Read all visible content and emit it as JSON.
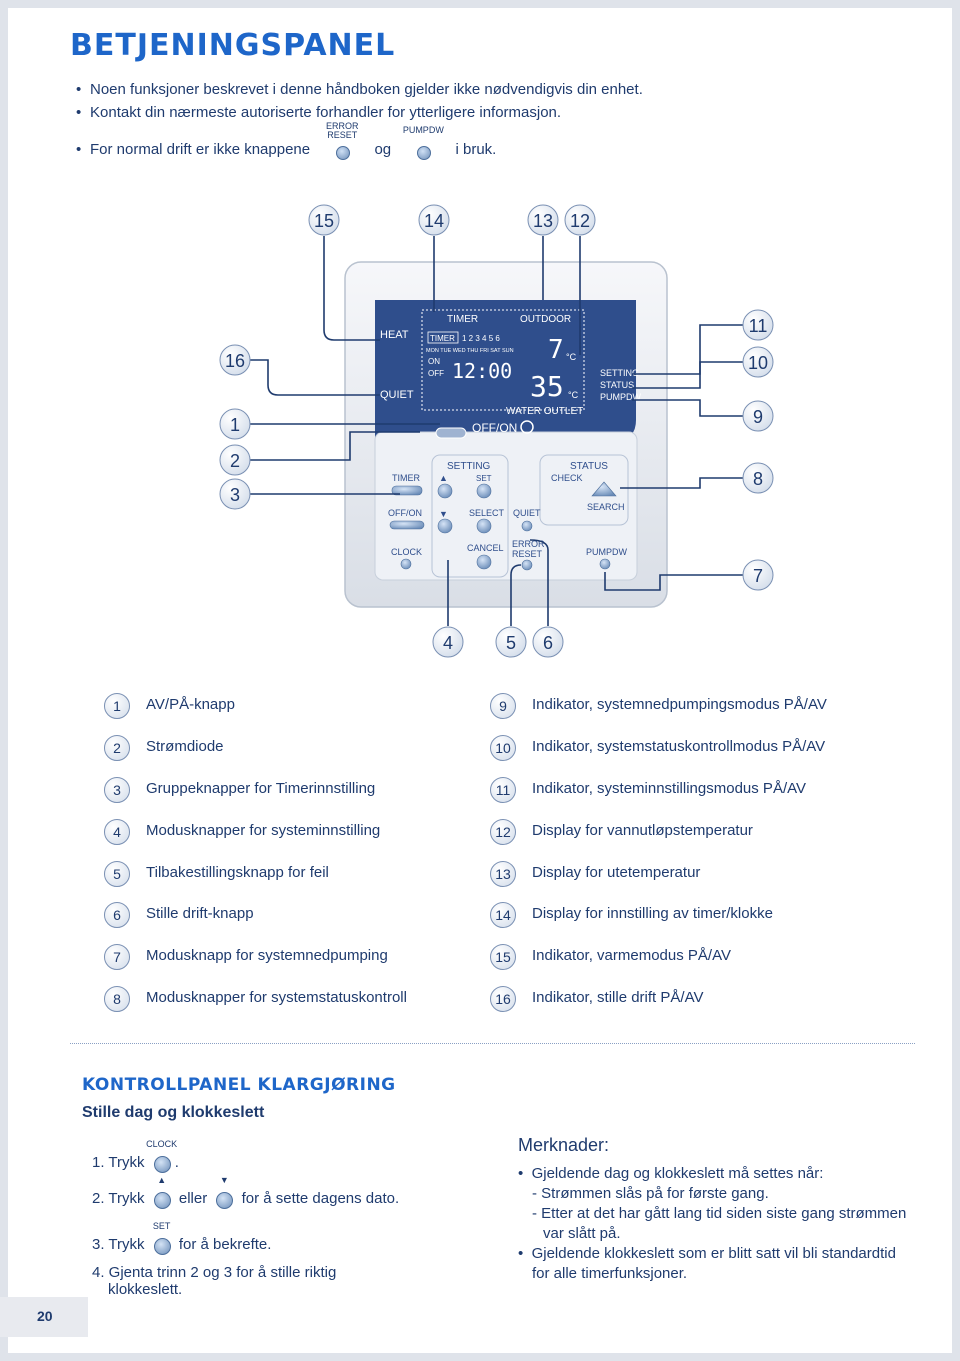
{
  "title": "BETJENINGSPANEL",
  "intro": {
    "bullet1": "Noen funksjoner beskrevet i denne håndboken gjelder ikke nødvendigvis din enhet.",
    "bullet2": "Kontakt din nærmeste autoriserte forhandler for ytterligere informasjon.",
    "bullet3_pre": "For normal drift er ikke knappene",
    "bullet3_mid": "og",
    "bullet3_post": "i bruk.",
    "btn_error_reset_line1": "ERROR",
    "btn_error_reset_line2": "RESET",
    "btn_pumpdw": "PUMPDW"
  },
  "panel": {
    "heat": "HEAT",
    "quiet": "QUIET",
    "timer_top": "TIMER",
    "outdoor": "OUTDOOR",
    "timer_box": "TIMER",
    "days_nums": "1 2 3 4 5 6",
    "days": "MON TUE WED THU FRI SAT SUN",
    "on": "ON",
    "off": "OFF",
    "clock_digits": "12:00",
    "outdoor_temp": "7",
    "water_temp": "35",
    "celsius": "°C",
    "water_outlet": "WATER OUTLET",
    "setting_ind": "SETTING",
    "status_ind": "STATUS",
    "pumpdw_ind": "PUMPDW",
    "off_on_main": "OFF/ON",
    "timer_btn": "TIMER",
    "off_on_btn": "OFF/ON",
    "clock_btn": "CLOCK",
    "setting_group": "SETTING",
    "set_btn": "SET",
    "select_btn": "SELECT",
    "cancel_btn": "CANCEL",
    "quiet_btn": "QUIET",
    "error_reset_btn_1": "ERROR",
    "error_reset_btn_2": "RESET",
    "status_group": "STATUS",
    "check_btn": "CHECK",
    "search_btn": "SEARCH",
    "pumpdw_btn": "PUMPDW"
  },
  "callouts": [
    "1",
    "2",
    "3",
    "4",
    "5",
    "6",
    "7",
    "8",
    "9",
    "10",
    "11",
    "12",
    "13",
    "14",
    "15",
    "16"
  ],
  "legend_left": [
    {
      "num": "1",
      "text": "AV/PÅ-knapp"
    },
    {
      "num": "2",
      "text": "Strømdiode"
    },
    {
      "num": "3",
      "text": "Gruppeknapper for Timerinnstilling"
    },
    {
      "num": "4",
      "text": "Modusknapper for systeminnstilling"
    },
    {
      "num": "5",
      "text": "Tilbakestillingsknapp for feil"
    },
    {
      "num": "6",
      "text": "Stille drift-knapp"
    },
    {
      "num": "7",
      "text": "Modusknapp for systemnedpumping"
    },
    {
      "num": "8",
      "text": "Modusknapper for systemstatuskontroll"
    }
  ],
  "legend_right": [
    {
      "num": "9",
      "text": "Indikator, systemnedpumpingsmodus PÅ/AV"
    },
    {
      "num": "10",
      "text": "Indikator, systemstatuskontrollmodus PÅ/AV"
    },
    {
      "num": "11",
      "text": "Indikator, systeminnstillingsmodus PÅ/AV"
    },
    {
      "num": "12",
      "text": "Display for vannutløpstemperatur"
    },
    {
      "num": "13",
      "text": "Display for utetemperatur"
    },
    {
      "num": "14",
      "text": "Display for innstilling av timer/klokke"
    },
    {
      "num": "15",
      "text": "Indikator, varmemodus PÅ/AV"
    },
    {
      "num": "16",
      "text": "Indikator, stille drift PÅ/AV"
    }
  ],
  "section": {
    "heading": "KONTROLLPANEL KLARGJØRING",
    "subheading": "Stille dag og klokkeslett",
    "step1_pre": "1. Trykk",
    "step1_btn": "CLOCK",
    "step1_post": ".",
    "step2_pre": "2. Trykk",
    "step2_mid": "eller",
    "step2_post": "for å sette dagens dato.",
    "step3_pre": "3. Trykk",
    "step3_btn": "SET",
    "step3_post": "for å bekrefte.",
    "step4_line1": "4. Gjenta trinn 2 og 3 for å stille riktig",
    "step4_line2": "klokkeslett."
  },
  "notes": {
    "title": "Merknader:",
    "b1": "Gjeldende dag og klokkeslett må settes når:",
    "b1a": "- Strømmen slås på for første gang.",
    "b1b_1": "- Etter at det har gått lang tid siden siste gang strømmen",
    "b1b_2": "var slått på.",
    "b2_1": "Gjeldende klokkeslett som er blitt satt vil bli standardtid",
    "b2_2": "for alle timerfunksjoner."
  },
  "page_number": "20",
  "colors": {
    "accent": "#1e66c9",
    "text": "#1f3b6e",
    "lcd": "#2f4e8c",
    "panel": "#e6eaf0"
  }
}
